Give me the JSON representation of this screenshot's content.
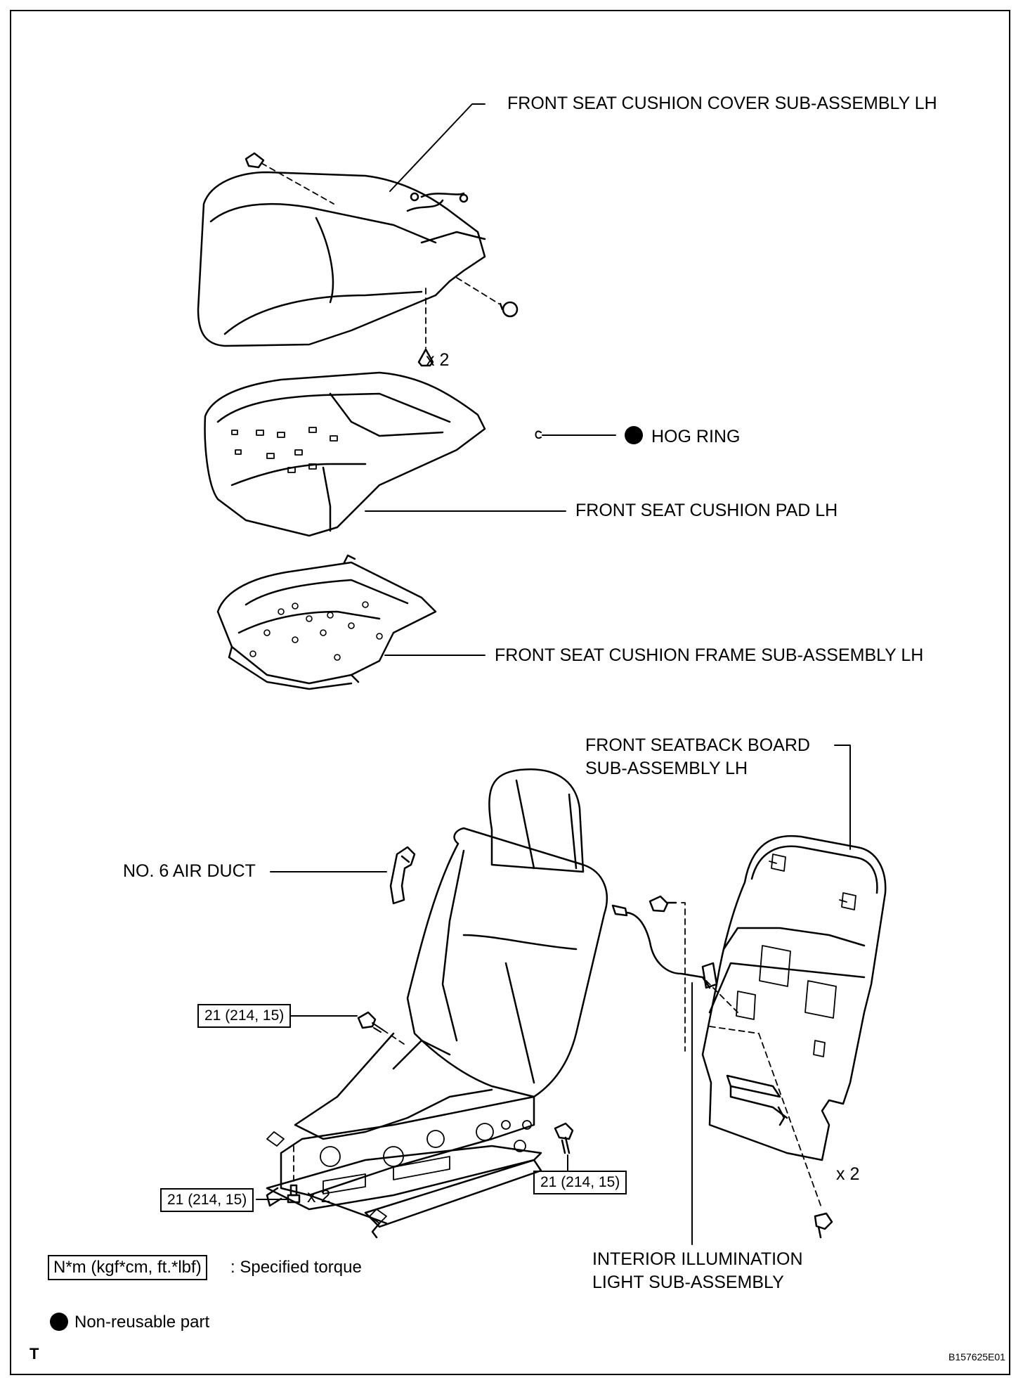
{
  "labels": {
    "cushion_cover": "FRONT SEAT CUSHION COVER SUB-ASSEMBLY LH",
    "hog_ring": "HOG RING",
    "cushion_pad": "FRONT SEAT CUSHION PAD LH",
    "cushion_frame": "FRONT SEAT CUSHION FRAME SUB-ASSEMBLY LH",
    "seatback_board_line1": "FRONT SEATBACK BOARD",
    "seatback_board_line2": "SUB-ASSEMBLY LH",
    "air_duct": "NO. 6 AIR DUCT",
    "illumination_line1": "INTERIOR ILLUMINATION",
    "illumination_line2": "LIGHT SUB-ASSEMBLY"
  },
  "quantities": {
    "clip_x2": "x 2",
    "bolt_left_x2": "x 2",
    "screw_x2": "x 2"
  },
  "torques": {
    "upper_bolt": "21 (214, 15)",
    "lower_left_bolt": "21 (214, 15)",
    "lower_right_bolt": "21 (214, 15)"
  },
  "legend": {
    "torque_box": "N*m (kgf*cm, ft.*lbf)",
    "torque_text": ": Specified torque",
    "nonreusable_text": "Non-reusable part"
  },
  "footer": {
    "left_mark": "T",
    "figure_id": "B157625E01"
  }
}
